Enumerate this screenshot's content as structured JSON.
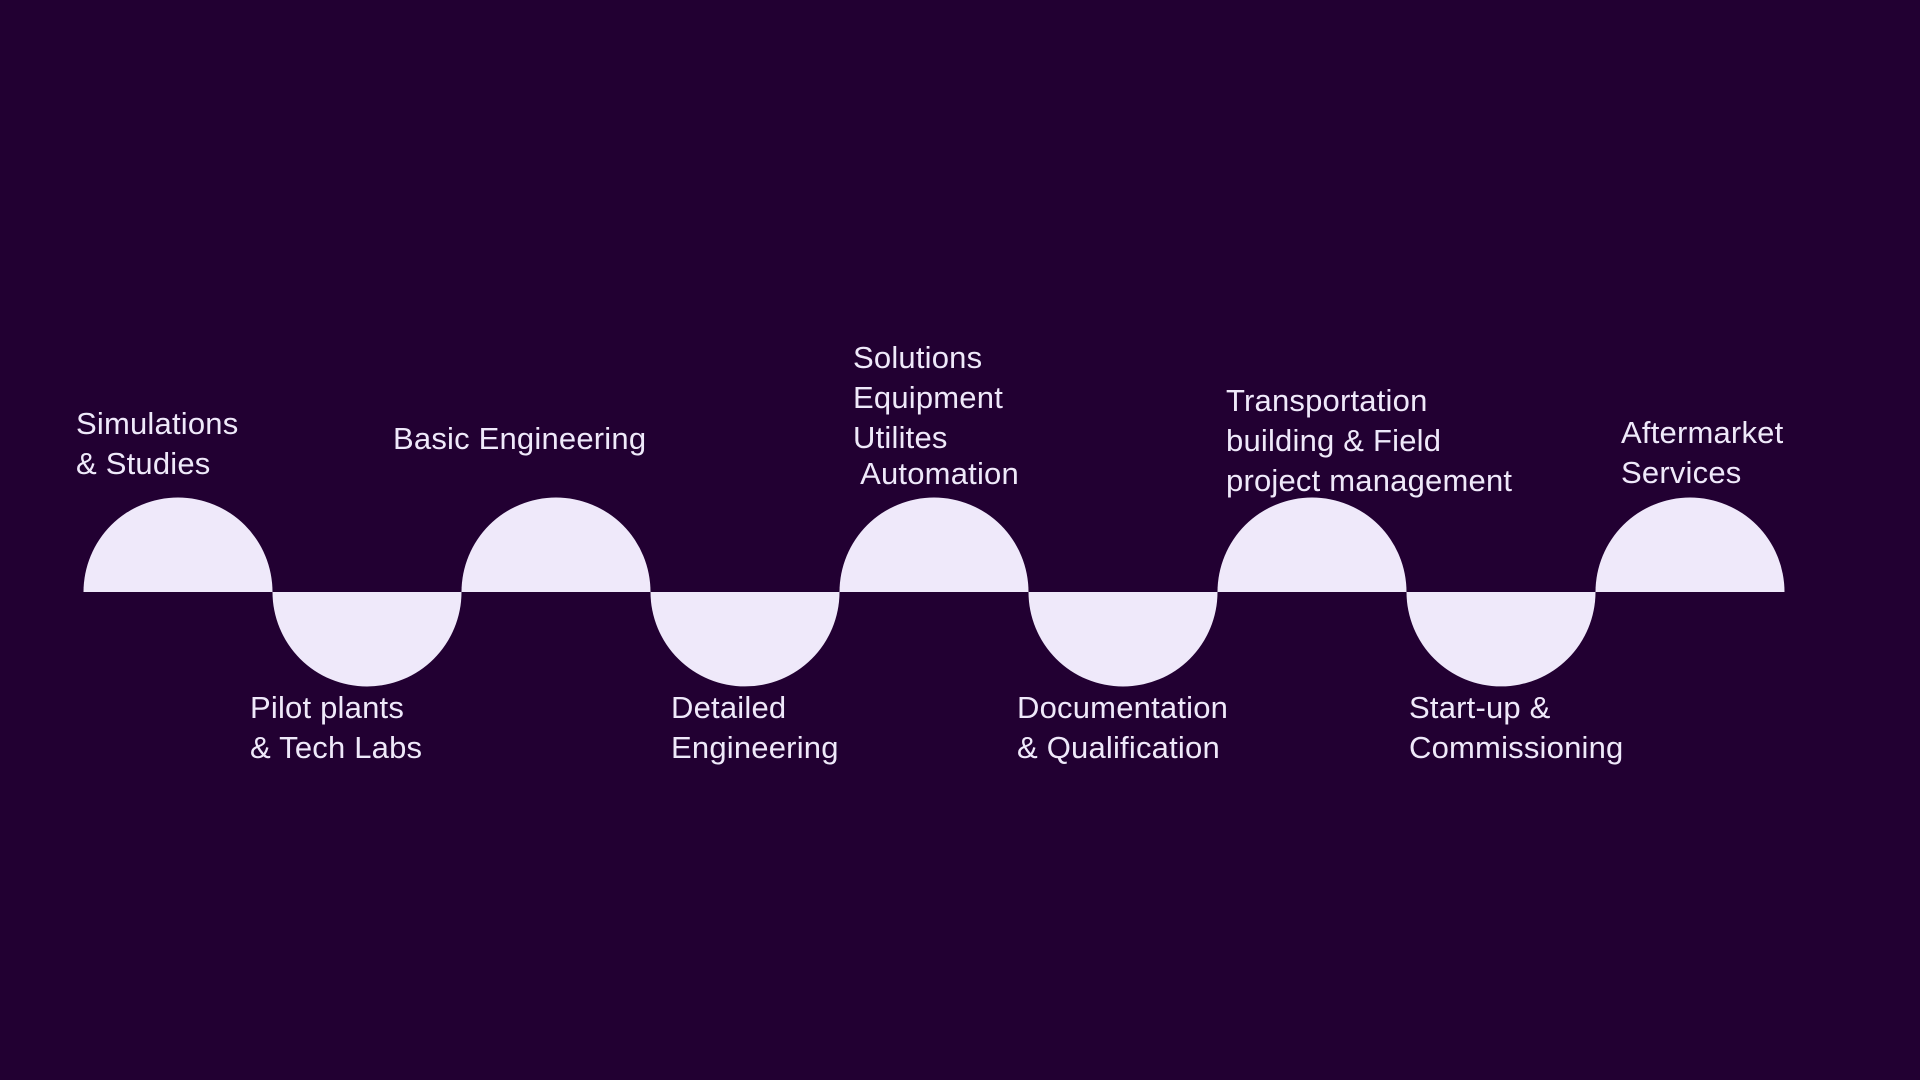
{
  "colors": {
    "background": "#220032",
    "foreground": "#efe9fa"
  },
  "stages": [
    {
      "id": "simulations",
      "position": "above",
      "lines": [
        "Simulations",
        "& Studies"
      ]
    },
    {
      "id": "pilot",
      "position": "below",
      "lines": [
        "Pilot plants",
        "& Tech Labs"
      ]
    },
    {
      "id": "basic",
      "position": "above",
      "lines": [
        "Basic Engineering"
      ]
    },
    {
      "id": "detailed",
      "position": "below",
      "lines": [
        "Detailed",
        "Engineering"
      ]
    },
    {
      "id": "solutions",
      "position": "above",
      "lines": [
        "Solutions",
        "Equipment",
        "Utilites",
        " Automation"
      ]
    },
    {
      "id": "documentation",
      "position": "below",
      "lines": [
        "Documentation",
        "& Qualification"
      ]
    },
    {
      "id": "transport",
      "position": "above",
      "lines": [
        "Transportation",
        "building & Field",
        "project management"
      ]
    },
    {
      "id": "startup",
      "position": "below",
      "lines": [
        "Start-up &",
        "Commissioning"
      ]
    },
    {
      "id": "aftermarket",
      "position": "above",
      "lines": [
        "Aftermarket",
        "Services"
      ]
    }
  ]
}
